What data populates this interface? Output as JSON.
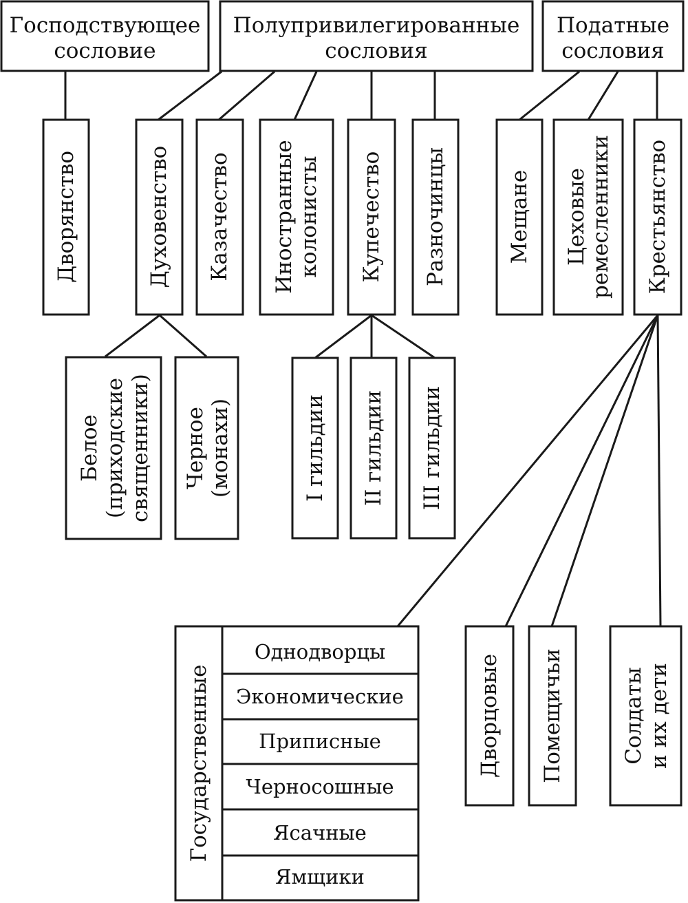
{
  "top_groups": {
    "ruling": [
      "Господствующее",
      "сословие"
    ],
    "semi": [
      "Полупривилегированные",
      "сословия"
    ],
    "taxed": [
      "Податные",
      "сословия"
    ]
  },
  "estates": {
    "nobility": [
      "Дворянство"
    ],
    "clergy": [
      "Духовенство"
    ],
    "cossacks": [
      "Казачество"
    ],
    "colonists": [
      "Иностранные",
      "колонисты"
    ],
    "merchants": [
      "Купечество"
    ],
    "raznochintsy": [
      "Разночинцы"
    ],
    "townspeople": [
      "Мещане"
    ],
    "artisans": [
      "Цеховые",
      "ремесленники"
    ],
    "peasantry": [
      "Крестьянство"
    ]
  },
  "clergy_sub": {
    "white": [
      "Белое",
      "(приходские",
      "священники)"
    ],
    "black": [
      "Черное",
      "(монахи)"
    ]
  },
  "guilds": {
    "g1": [
      "I гильдии"
    ],
    "g2": [
      "II гильдии"
    ],
    "g3": [
      "III гильдии"
    ]
  },
  "peasant_groups": {
    "state": [
      "Государственные"
    ],
    "court": [
      "Дворцовые"
    ],
    "landlord": [
      "Помещичьи"
    ],
    "soldiers": [
      "Солдаты",
      "и их дети"
    ]
  },
  "state_peasants": [
    "Однодворцы",
    "Экономические",
    "Приписные",
    "Черносошные",
    "Ясачные",
    "Ямщики"
  ]
}
